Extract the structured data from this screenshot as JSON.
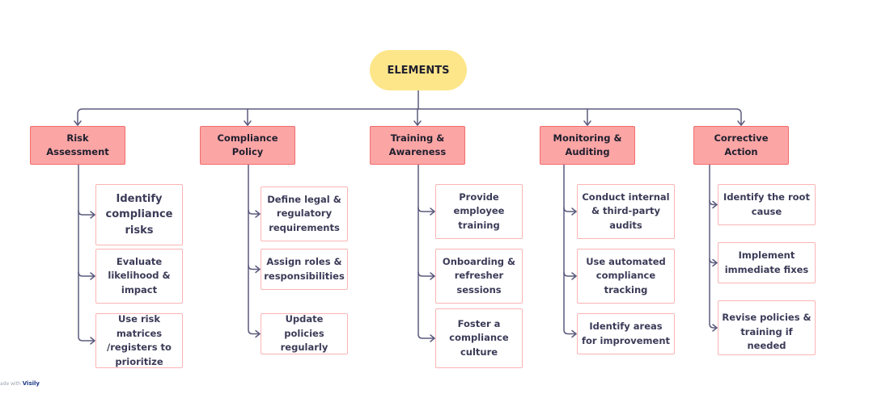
{
  "diagram": {
    "root": {
      "label": "ELEMENTS",
      "fill": "#fde68a"
    },
    "colors": {
      "category_fill": "#fca5a5",
      "category_border": "#f26d6d",
      "item_border": "#fbb4b4",
      "connector": "#5b5b7e"
    },
    "categories": [
      {
        "label": "Risk Assessment",
        "items": [
          "Identify compliance risks",
          "Evaluate likelihood & impact",
          "Use risk matrices /registers to prioritize"
        ]
      },
      {
        "label": "Compliance Policy",
        "items": [
          "Define legal & regulatory requirements",
          "Assign roles & responsibilities",
          "Update policies regularly"
        ]
      },
      {
        "label": "Training & Awareness",
        "items": [
          "Provide employee training",
          "Onboarding & refresher sessions",
          "Foster a compliance culture"
        ]
      },
      {
        "label": "Monitoring & Auditing",
        "items": [
          "Conduct internal & third-party audits",
          "Use automated compliance tracking",
          "Identify areas for improvement"
        ]
      },
      {
        "label": "Corrective Action",
        "items": [
          "Identify the root cause",
          "Implement immediate fixes",
          "Revise policies & training if needed"
        ]
      }
    ]
  },
  "watermark": {
    "prefix": "ade with",
    "brand": "Visily"
  }
}
